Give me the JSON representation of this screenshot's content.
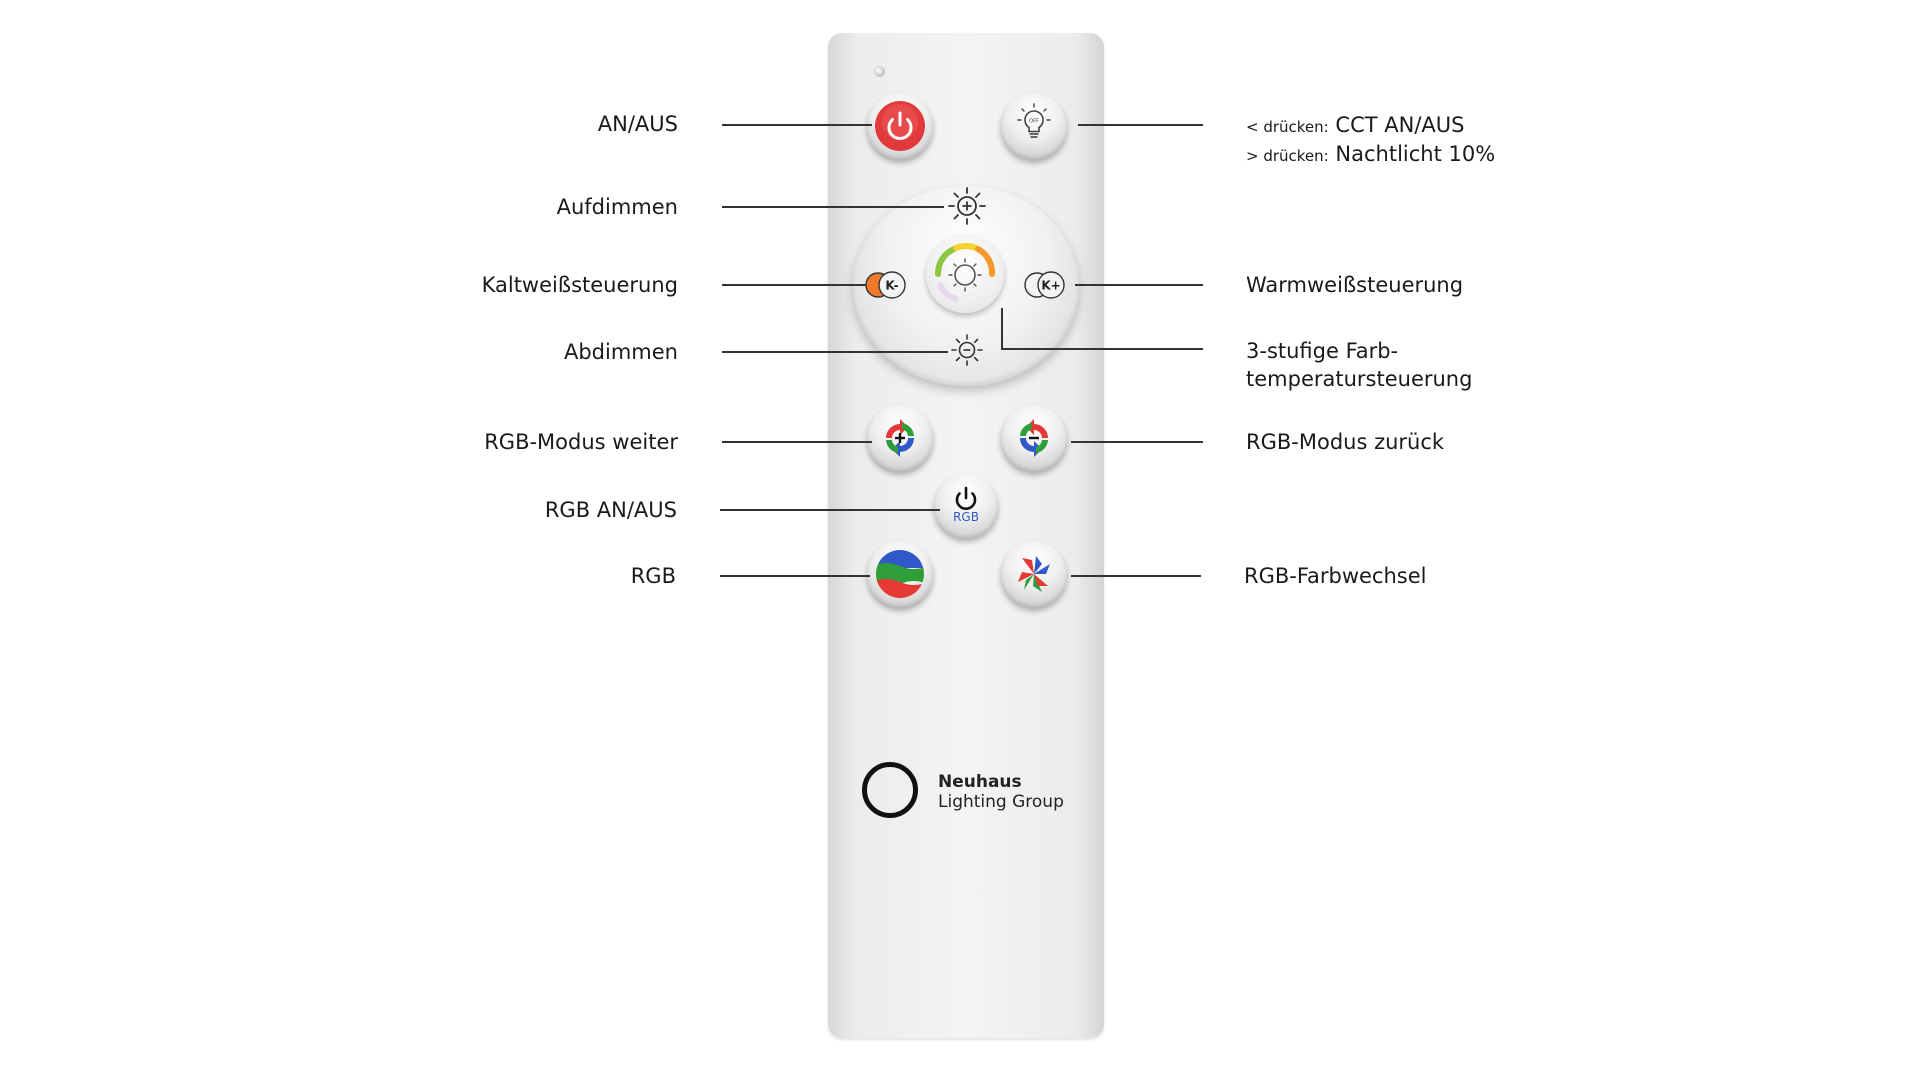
{
  "labels": {
    "power": "AN/AUS",
    "dim_up": "Aufdimmen",
    "cold_white": "Kaltweißsteuerung",
    "dim_down": "Abdimmen",
    "rgb_mode_next": "RGB-Modus weiter",
    "rgb_power": "RGB AN/AUS",
    "rgb": "RGB",
    "cct_short_prefix": "< drücken:",
    "cct_short_value": "CCT AN/AUS",
    "cct_long_prefix": "> drücken:",
    "cct_long_value": "Nachtlicht 10%",
    "warm_white": "Warmweißsteuerung",
    "color_temp_line1": "3-stufige Farb-",
    "color_temp_line2": "temperatursteuerung",
    "rgb_mode_prev": "RGB-Modus zurück",
    "rgb_color_change": "RGB-Farbwechsel"
  },
  "remote": {
    "k_minus_label": "K-",
    "k_plus_label": "K+",
    "rgb_button_text": "RGB",
    "off_text": "OFF",
    "logo_name": "Neuhaus",
    "logo_sub": "Lighting Group"
  },
  "colors": {
    "power_red": "#e23a3a",
    "rgb_red": "#e53935",
    "rgb_green": "#2e9d3a",
    "rgb_blue": "#2f58c8"
  },
  "icons": [
    "power-icon",
    "bulb-icon",
    "sun-plus-icon",
    "sun-minus-icon",
    "k-minus-icon",
    "k-plus-icon",
    "color-temp-icon",
    "rgb-next-icon",
    "rgb-prev-icon",
    "rgb-power-icon",
    "rgb-icon",
    "color-change-icon"
  ]
}
